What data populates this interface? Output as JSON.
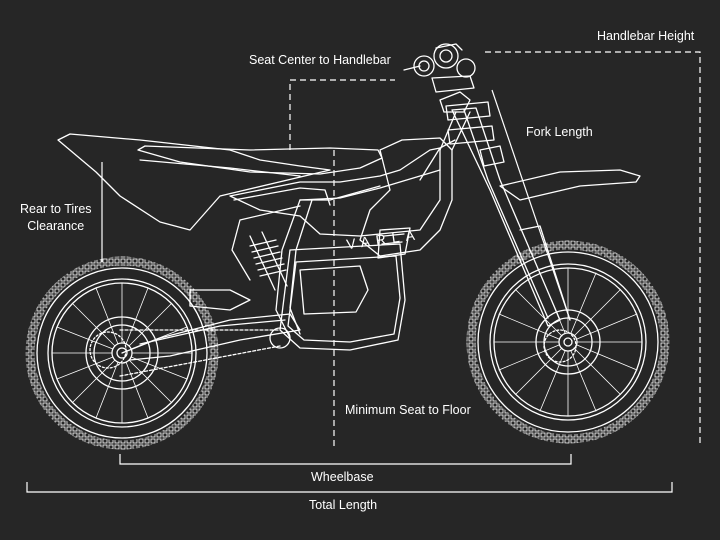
{
  "brand": "VARLA",
  "labels": {
    "handlebar_height": "Handlebar Height",
    "seat_to_handlebar": "Seat Center to Handlebar",
    "fork_length": "Fork Length",
    "rear_clearance_line1": "Rear to Tires",
    "rear_clearance_line2": "Clearance",
    "seat_to_floor": "Minimum Seat to Floor",
    "wheelbase": "Wheelbase",
    "total_length": "Total Length"
  },
  "colors": {
    "background": "#262626",
    "line": "#ffffff"
  }
}
